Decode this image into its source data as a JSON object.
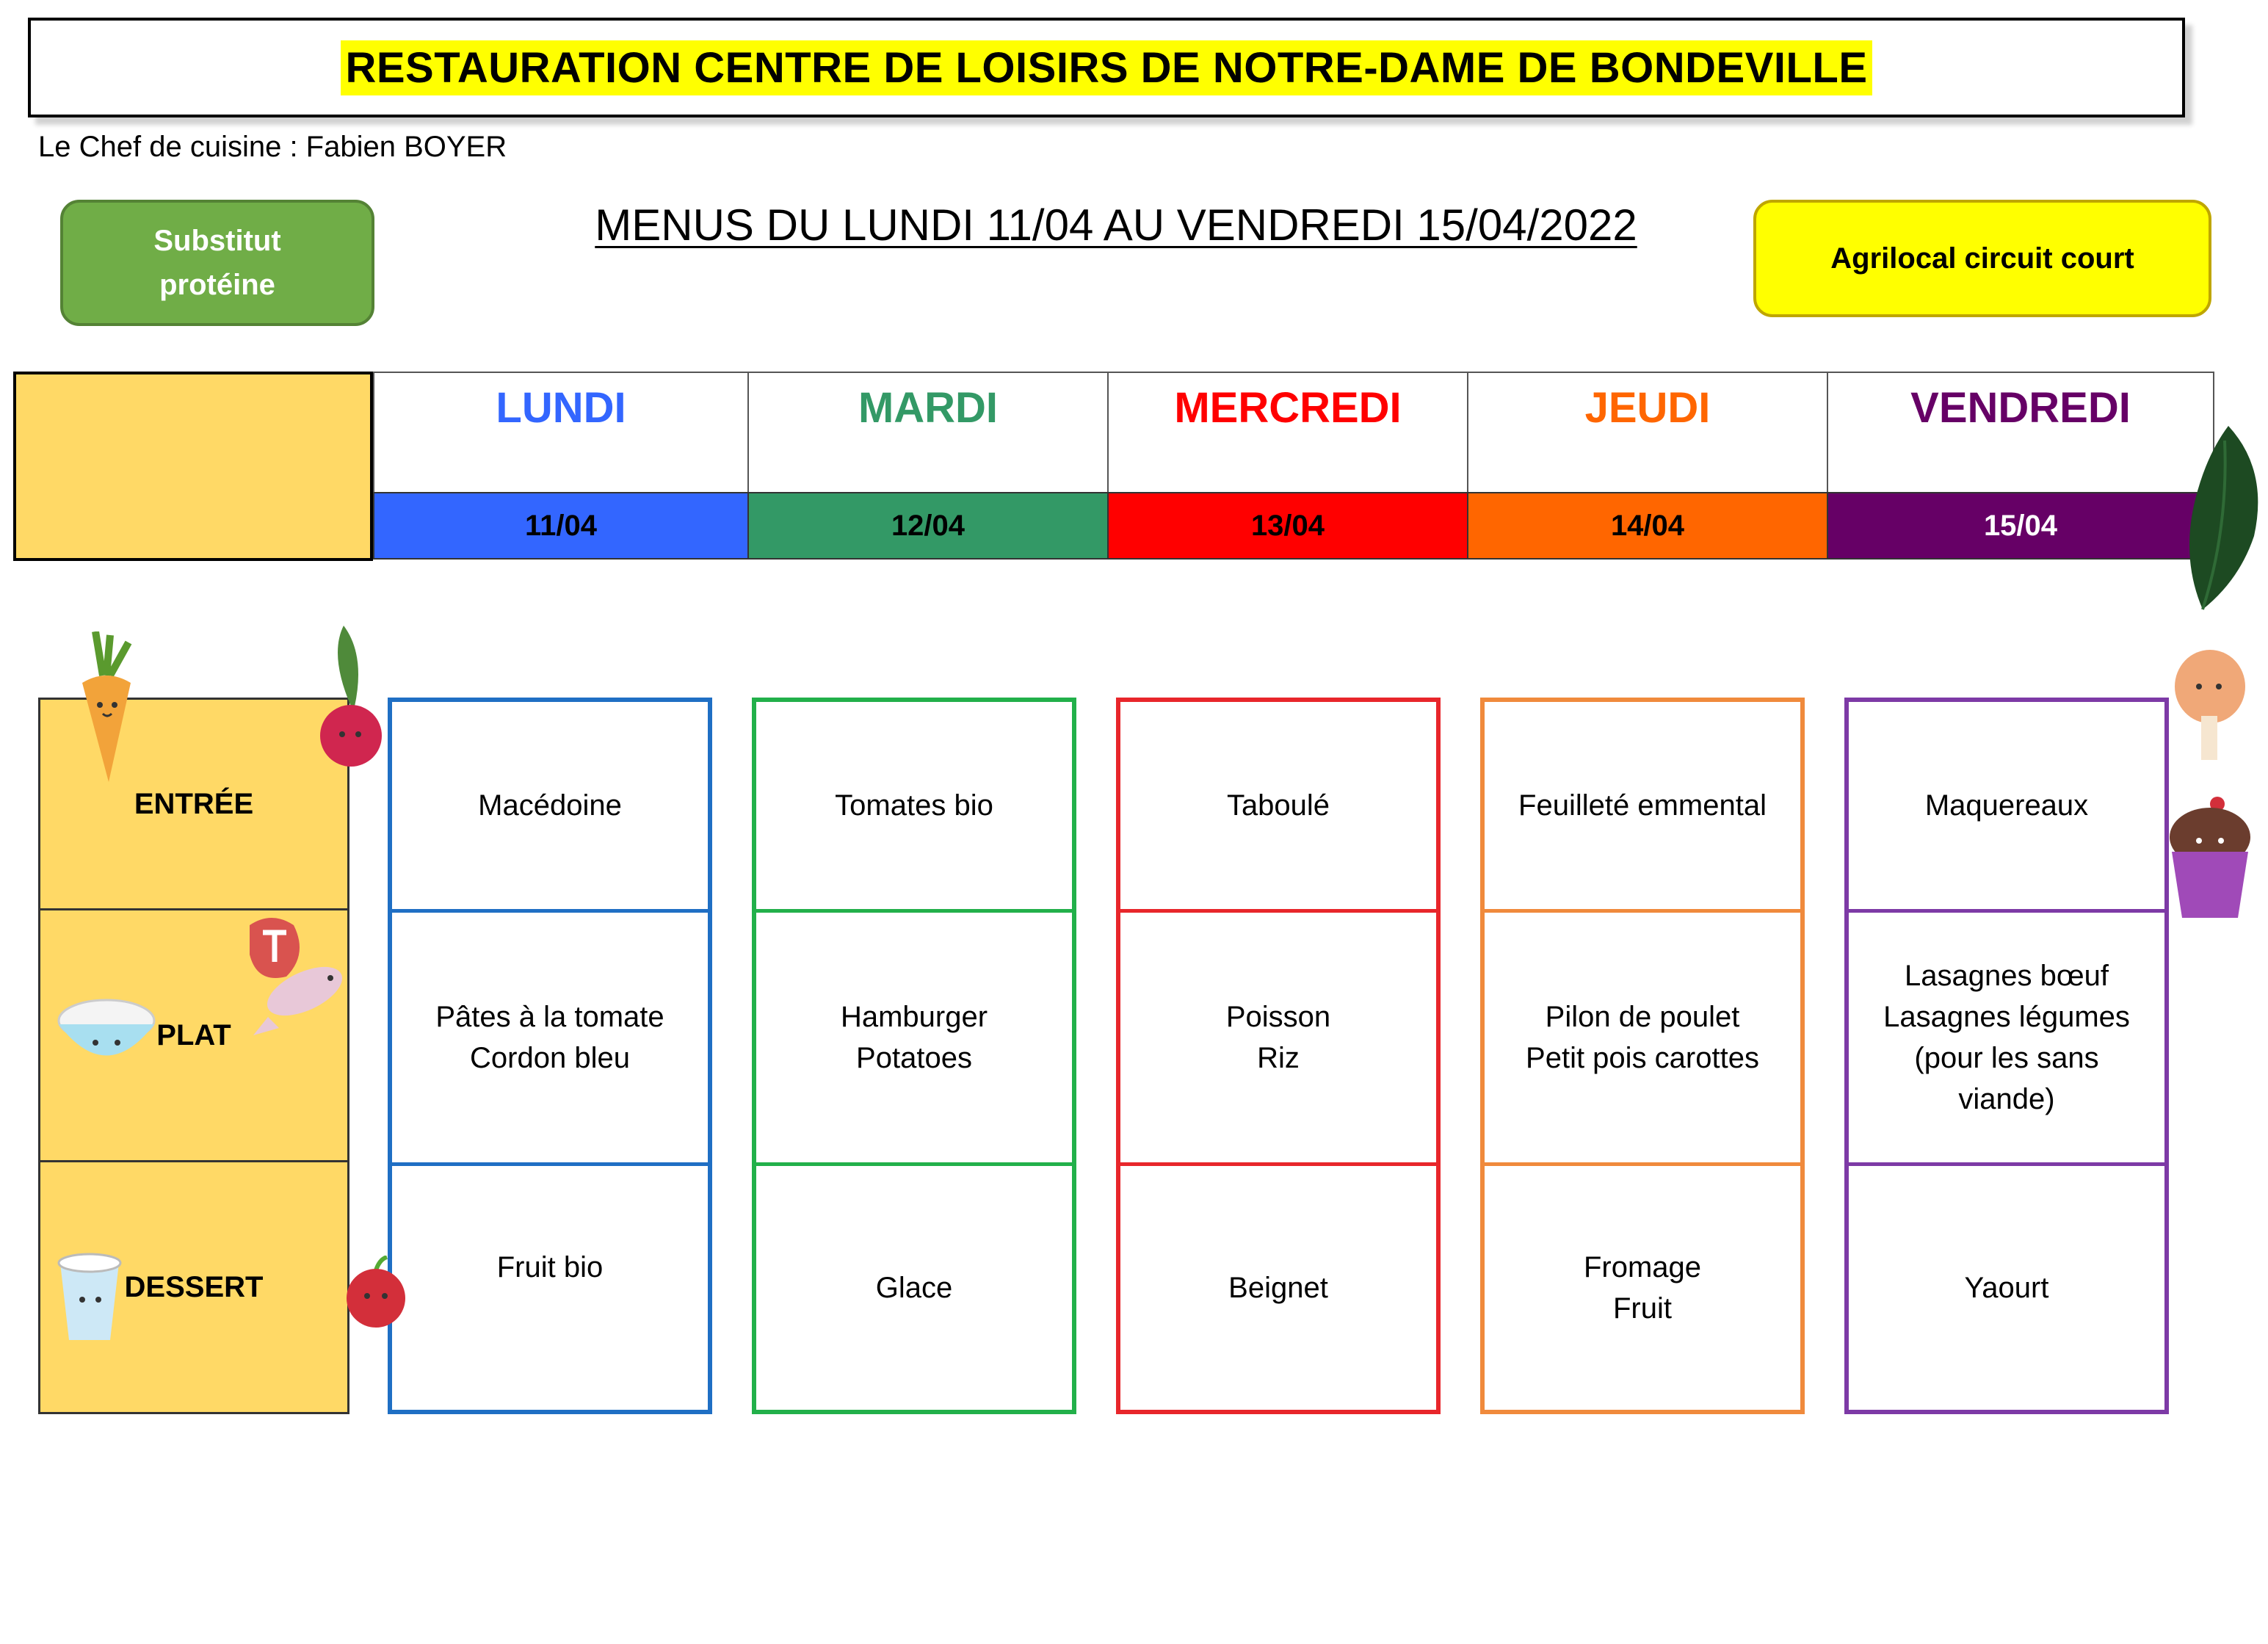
{
  "title": "RESTAURATION CENTRE DE LOISIRS DE NOTRE-DAME DE BONDEVILLE",
  "chef": "Le Chef de cuisine : Fabien BOYER",
  "menu_title": "MENUS DU LUNDI 11/04 AU VENDREDI 15/04/2022",
  "legend": {
    "green": "Substitut\nprotéine",
    "yellow": "Agrilocal circuit court"
  },
  "colors": {
    "title_highlight": "#ffff00",
    "category_bg": "#ffd966",
    "legend_green": "#70ad47",
    "legend_yellow": "#ffff00"
  },
  "categories": [
    "ENTRÉE",
    "PLAT",
    "DESSERT"
  ],
  "days": [
    {
      "name": "LUNDI",
      "date": "11/04",
      "color": "#3366ff",
      "box_color": "#1f6fc4",
      "date_text_color": "#000000",
      "entree": "Macédoine",
      "plat": "Pâtes à la tomate\nCordon bleu",
      "dessert": "Fruit bio"
    },
    {
      "name": "MARDI",
      "date": "12/04",
      "color": "#339966",
      "box_color": "#22b04a",
      "date_text_color": "#000000",
      "entree": "Tomates bio",
      "plat": "Hamburger\nPotatoes",
      "dessert": "Glace"
    },
    {
      "name": "MERCREDI",
      "date": "13/04",
      "color": "#ff0000",
      "box_color": "#e8262b",
      "date_text_color": "#000000",
      "entree": "Taboulé",
      "plat": "Poisson\nRiz",
      "dessert": "Beignet"
    },
    {
      "name": "JEUDI",
      "date": "14/04",
      "color": "#ff6600",
      "box_color": "#f08a3c",
      "date_text_color": "#000000",
      "entree": "Feuilleté emmental",
      "plat": "Pilon de poulet\nPetit pois carottes",
      "dessert": "Fromage\nFruit"
    },
    {
      "name": "VENDREDI",
      "date": "15/04",
      "color": "#660066",
      "box_color": "#7d3aa6",
      "date_text_color": "#ffffff",
      "entree": "Maquereaux",
      "plat": "Lasagnes bœuf\nLasagnes légumes\n(pour les sans\nviande)",
      "dessert": "Yaourt"
    }
  ],
  "decorations": [
    "carrot-icon",
    "radish-icon",
    "steak-icon",
    "fish-icon",
    "rice-bowl-icon",
    "yogurt-icon",
    "apple-icon",
    "drumstick-icon",
    "cupcake-icon",
    "spinach-leaf-icon"
  ]
}
